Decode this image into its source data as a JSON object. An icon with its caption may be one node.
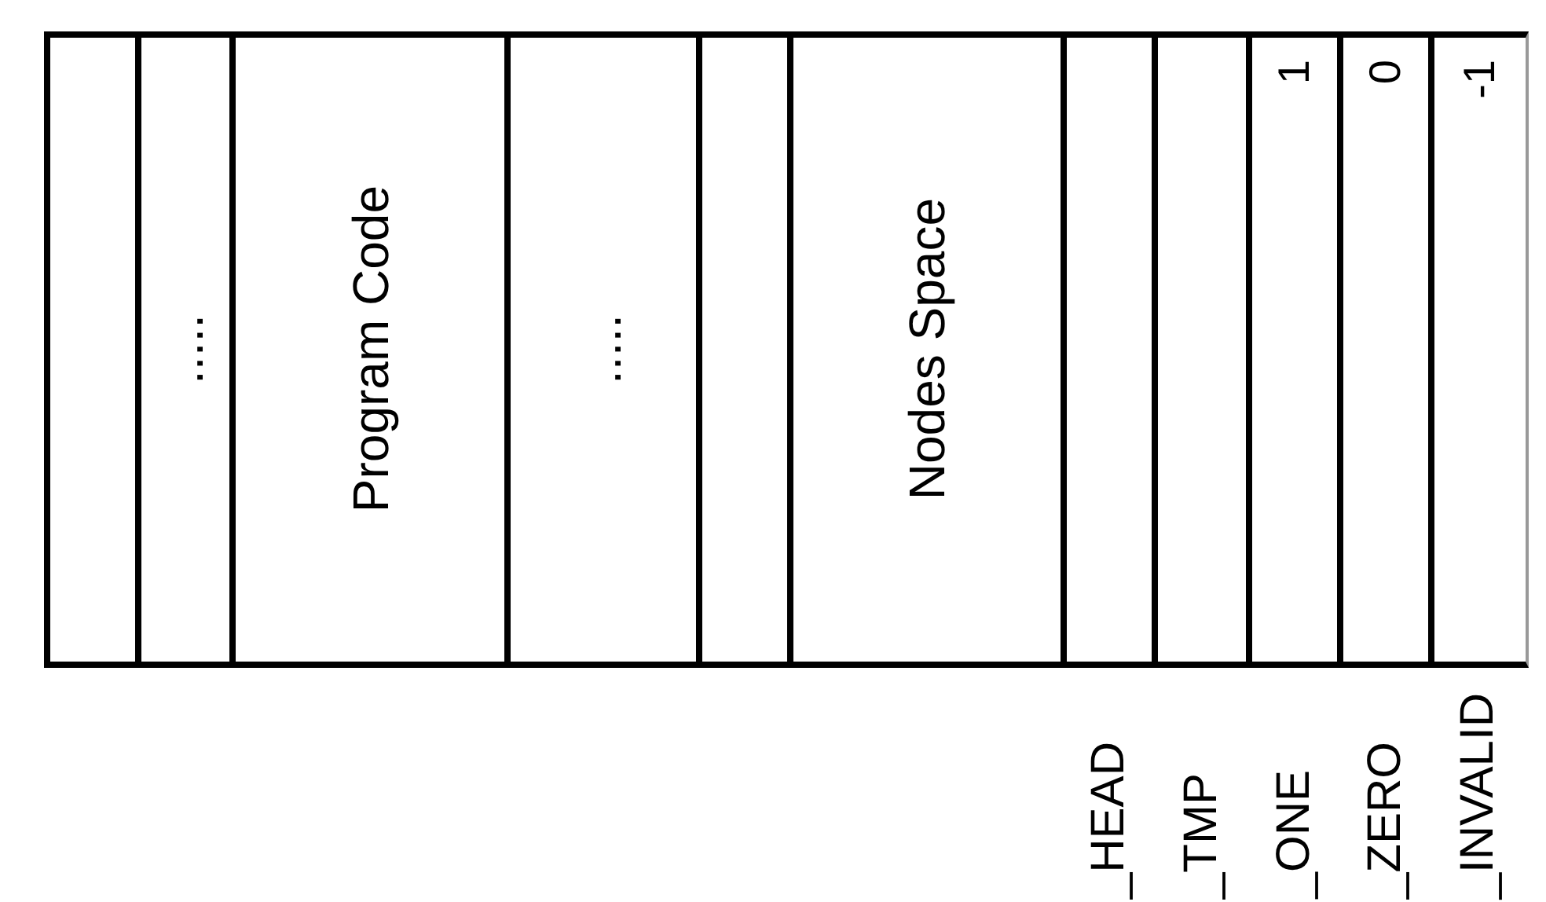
{
  "diagram": {
    "nodes": [
      {
        "text": [],
        "shape": "box"
      },
      {
        "text": [
          "....."
        ]
      },
      {
        "text": [
          "Program Code"
        ]
      },
      {
        "text": [
          "....."
        ]
      },
      {
        "text": [],
        "shape": "box"
      },
      {
        "text": [
          "Nodes Space"
        ]
      },
      {
        "text": [],
        "shape": "box",
        "beside": [
          "_HEAD"
        ]
      },
      {
        "text": [],
        "shape": "box",
        "beside": [
          "_TMP"
        ]
      },
      {
        "text": [
          "1"
        ],
        "beside": [
          "_ONE"
        ]
      },
      {
        "text": [
          "0"
        ],
        "beside": [
          "_ZERO"
        ]
      },
      {
        "text": [
          "-1"
        ],
        "beside": [
          "_INVALID"
        ]
      }
    ]
  }
}
